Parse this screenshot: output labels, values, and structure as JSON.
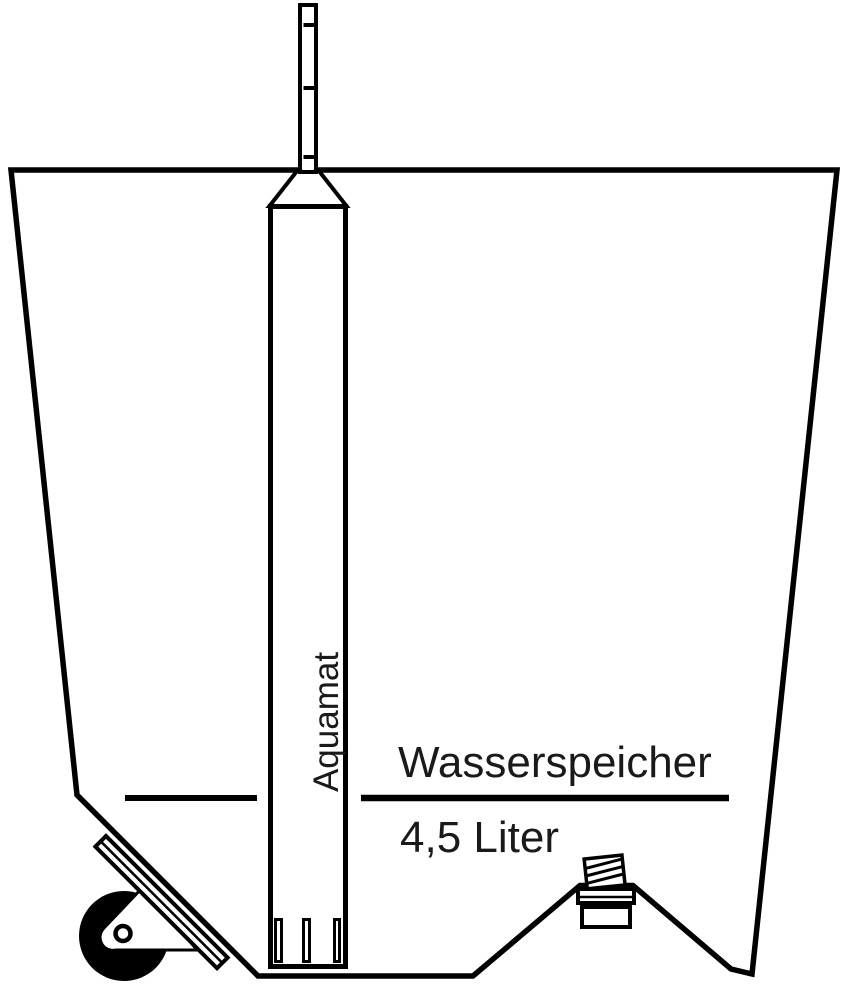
{
  "figure": {
    "type": "technical-line-illustration",
    "subject": "planter with water reservoir, watering tube, caster wheel and drain plug",
    "labels": {
      "watering_tube": "Aquamat",
      "reservoir_title": "Wasserspeicher",
      "reservoir_capacity": "4,5 Liter"
    },
    "colors": {
      "line": "#000000",
      "background": "#ffffff"
    }
  }
}
